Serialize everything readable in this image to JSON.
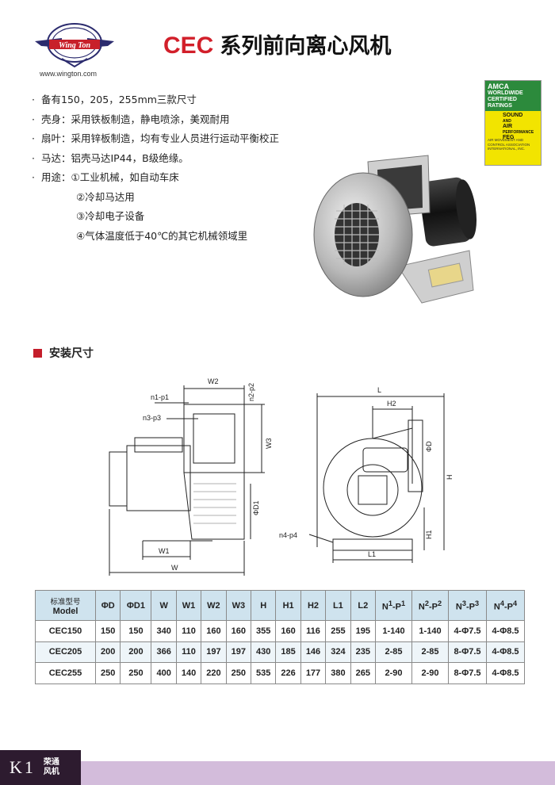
{
  "header": {
    "logo_text": "Wing Ton",
    "website": "www.wington.com",
    "title_model": "CEC",
    "title_text": "系列前向离心风机"
  },
  "features": [
    {
      "text": "备有150，205，255mm三款尺寸",
      "sub": false
    },
    {
      "text": "壳身：采用铁板制造，静电喷涂，美观耐用",
      "sub": false
    },
    {
      "text": "扇叶：采用锌板制造，均有专业人员进行运动平衡校正",
      "sub": false
    },
    {
      "text": "马达：铝壳马达IP44，B级绝缘。",
      "sub": false
    },
    {
      "text": "用途：①工业机械，如自动车床",
      "sub": false
    },
    {
      "text": "②冷却马达用",
      "sub": true
    },
    {
      "text": "③冷却电子设备",
      "sub": true
    },
    {
      "text": "④气体温度低于40℃的其它机械领域里",
      "sub": true
    }
  ],
  "badge": {
    "top": [
      "AMCA",
      "WORLDWIDE",
      "CERTIFIED",
      "RATINGS"
    ],
    "mid": [
      "SOUND",
      "AND",
      "AIR",
      "PERFORMANCE",
      "FEG"
    ],
    "bottom": "AIR MOVEMENT AND CONTROL ASSOCIATION INTERNATIONAL, INC."
  },
  "section": {
    "title": "安装尺寸"
  },
  "drawing_labels": {
    "W2": "W2",
    "n1p1": "n1-p1",
    "n2p2": "n2-p2",
    "n3p3": "n3-p3",
    "W3": "W3",
    "D1": "ΦD1",
    "W1": "W1",
    "W": "W",
    "L": "L",
    "H2": "H2",
    "D": "ΦD",
    "H": "H",
    "H1": "H1",
    "n4p4": "n4-p4",
    "L1": "L1"
  },
  "table": {
    "header_zh": "标准型号",
    "header_en": "Model",
    "columns": [
      "ΦD",
      "ΦD1",
      "W",
      "W1",
      "W2",
      "W3",
      "H",
      "H1",
      "H2",
      "L1",
      "L2"
    ],
    "col_n1": {
      "a": "N",
      "b": "1",
      "c": "-P",
      "d": "1"
    },
    "col_n2": {
      "a": "N",
      "b": "2",
      "c": "-P",
      "d": "2"
    },
    "col_n3": {
      "a": "N",
      "b": "3",
      "c": "-P",
      "d": "3"
    },
    "col_n4": {
      "a": "N",
      "b": "4",
      "c": "-P",
      "d": "4"
    },
    "rows": [
      {
        "model": "CEC150",
        "cells": [
          "150",
          "150",
          "340",
          "110",
          "160",
          "160",
          "355",
          "160",
          "116",
          "255",
          "195",
          "1-140",
          "1-140",
          "4-Φ7.5",
          "4-Φ8.5"
        ]
      },
      {
        "model": "CEC205",
        "cells": [
          "200",
          "200",
          "366",
          "110",
          "197",
          "197",
          "430",
          "185",
          "146",
          "324",
          "235",
          "2-85",
          "2-85",
          "8-Φ7.5",
          "4-Φ8.5"
        ]
      },
      {
        "model": "CEC255",
        "cells": [
          "250",
          "250",
          "400",
          "140",
          "220",
          "250",
          "535",
          "226",
          "177",
          "380",
          "265",
          "2-90",
          "2-90",
          "8-Φ7.5",
          "4-Φ8.5"
        ]
      }
    ]
  },
  "footer": {
    "code": "K1",
    "brand_line1": "荣通",
    "brand_line2": "风机"
  },
  "colors": {
    "accent_red": "#d21f2a",
    "footer_dark": "#2d1b2f",
    "footer_band": "#d3bcdb",
    "table_header": "#cfe3ee"
  }
}
